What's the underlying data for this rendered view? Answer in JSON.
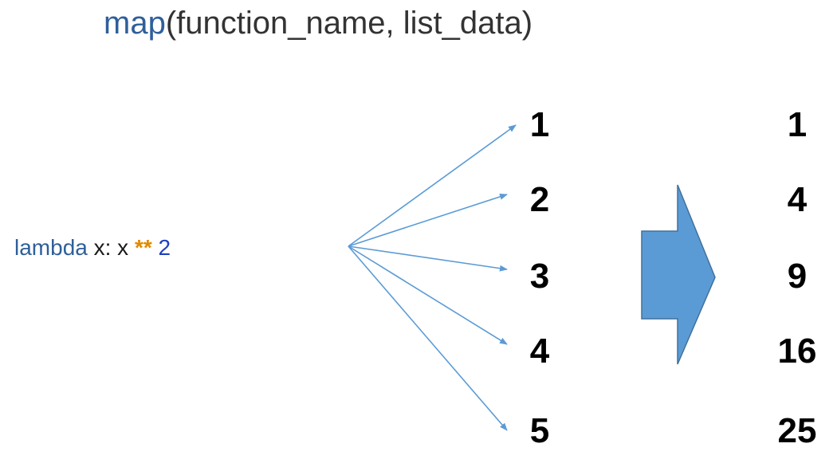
{
  "title": {
    "func": "map",
    "args": "(function_name, list_data)"
  },
  "lambda": {
    "keyword": "lambda",
    "body_start": " x: x ",
    "operator": "**",
    "exponent": "2"
  },
  "inputs": [
    "1",
    "2",
    "3",
    "4",
    "5"
  ],
  "outputs": [
    "1",
    "4",
    "9",
    "16",
    "25"
  ],
  "colors": {
    "arrow": "#5b9bd5",
    "block_arrow_fill": "#5b9bd5",
    "block_arrow_stroke": "#41719c",
    "keyword": "#2f5f9a",
    "operator": "#e08a00",
    "number": "#1f3fbf"
  }
}
